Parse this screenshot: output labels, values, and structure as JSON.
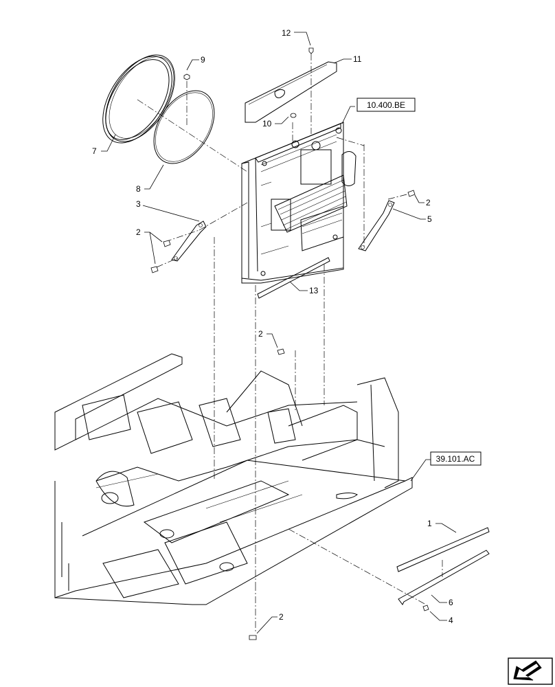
{
  "callouts": {
    "c1": "1",
    "c2a": "2",
    "c2b": "2",
    "c2c": "2",
    "c2d": "2",
    "c3": "3",
    "c4": "4",
    "c5": "5",
    "c6": "6",
    "c7": "7",
    "c8": "8",
    "c9": "9",
    "c10": "10",
    "c11": "11",
    "c12": "12",
    "c13": "13"
  },
  "references": {
    "radiator_ref": "10.400.BE",
    "frame_ref": "39.101.AC"
  },
  "nav": {
    "icon": "next-page-arrow-icon"
  }
}
